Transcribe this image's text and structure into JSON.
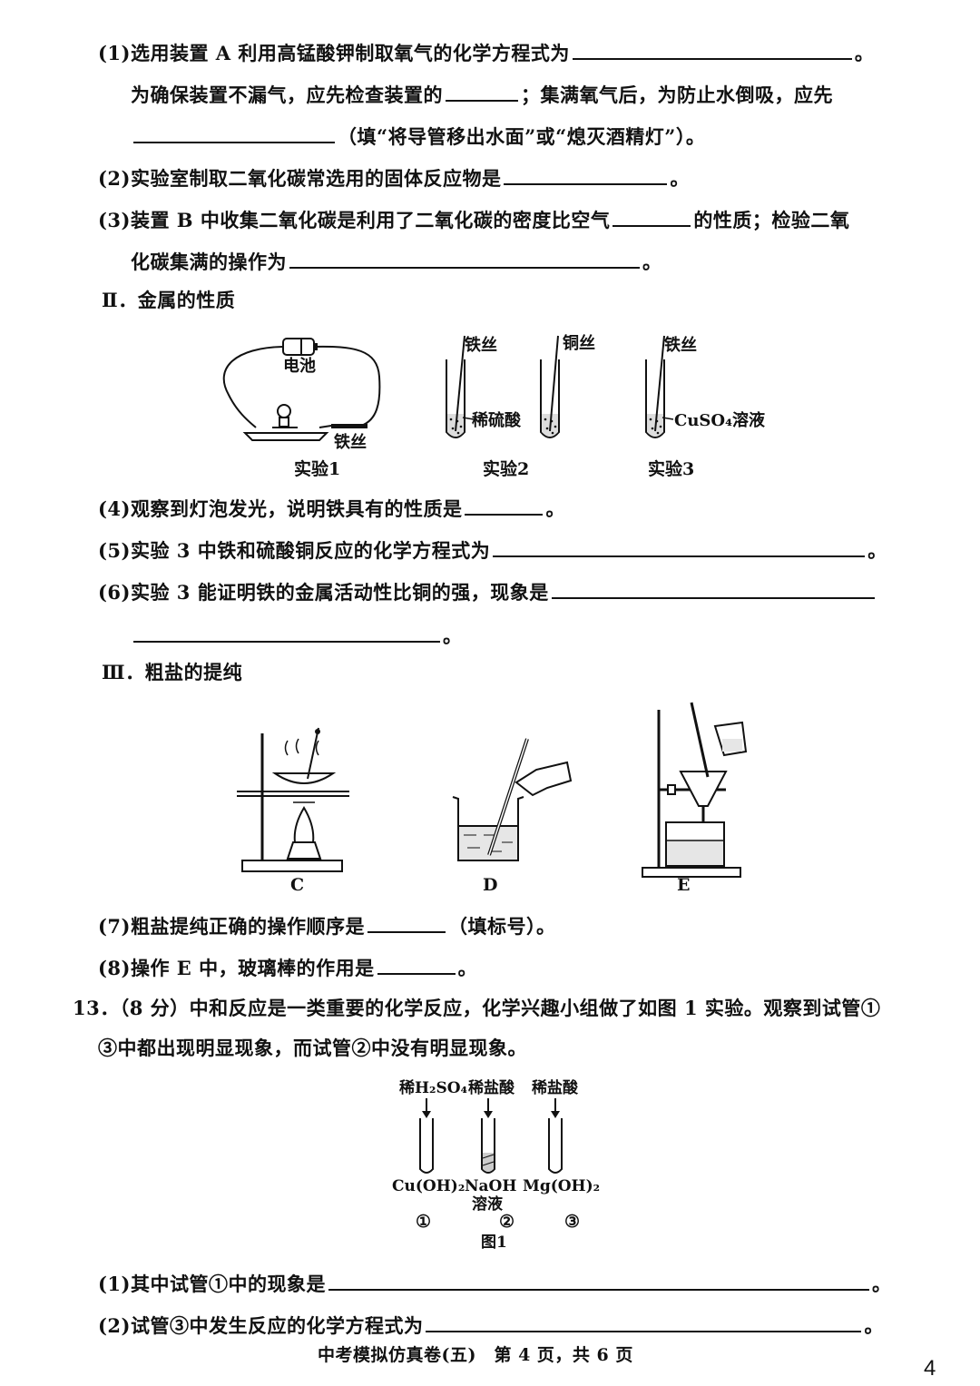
{
  "part1": {
    "q1_a": "(1)选用装置 A 利用高锰酸钾制取氧气的化学方程式为",
    "q1_b": "为确保装置不漏气，应先检查装置的",
    "q1_c": "；集满氧气后，为防止水倒吸，应先",
    "q1_d": "（填“将导管移出水面”或“熄灭酒精灯”）。",
    "q2": "(2)实验室制取二氧化碳常选用的固体反应物是",
    "q3_a": "(3)装置 B 中收集二氧化碳是利用了二氧化碳的密度比空气",
    "q3_b": "的性质；检验二氧",
    "q3_c": "化碳集满的操作为"
  },
  "section2": {
    "heading": "Ⅱ．金属的性质",
    "labels": {
      "battery": "电池",
      "iron_wire_1": "铁丝",
      "iron_wire_2": "铁丝",
      "copper_wire": "铜丝",
      "iron_wire_3": "铁丝",
      "dilute_h2so4": "稀硫酸",
      "cuso4": "CuSO₄溶液",
      "exp1": "实验1",
      "exp2": "实验2",
      "exp3": "实验3"
    },
    "q4": "(4)观察到灯泡发光，说明铁具有的性质是",
    "q5": "(5)实验 3 中铁和硫酸铜反应的化学方程式为",
    "q6": "(6)实验 3 能证明铁的金属活动性比铜的强，现象是"
  },
  "section3": {
    "heading": "Ⅲ．粗盐的提纯",
    "label_c": "C",
    "label_d": "D",
    "label_e": "E",
    "q7_a": "(7)粗盐提纯正确的操作顺序是",
    "q7_b": "（填标号）。",
    "q8": "(8)操作 E 中，玻璃棒的作用是"
  },
  "q13": {
    "line1": "13．（8 分）中和反应是一类重要的化学反应，化学兴趣小组做了如图 1 实验。观察到试管①",
    "line2": "③中都出现明显现象，而试管②中没有明显现象。",
    "reagents": [
      "稀H₂SO₄",
      "稀盐酸",
      "稀盐酸"
    ],
    "tubes": [
      "Cu(OH)₂",
      "NaOH",
      "Mg(OH)₂"
    ],
    "tube2_sub": "溶液",
    "nums": [
      "①",
      "②",
      "③"
    ],
    "fig": "图1",
    "sub1": "(1)其中试管①中的现象是",
    "sub2": "(2)试管③中发生反应的化学方程式为"
  },
  "footer": "中考模拟仿真卷(五)　第 4 页，共 6 页",
  "page_number": "4",
  "punct": {
    "period": "。"
  }
}
